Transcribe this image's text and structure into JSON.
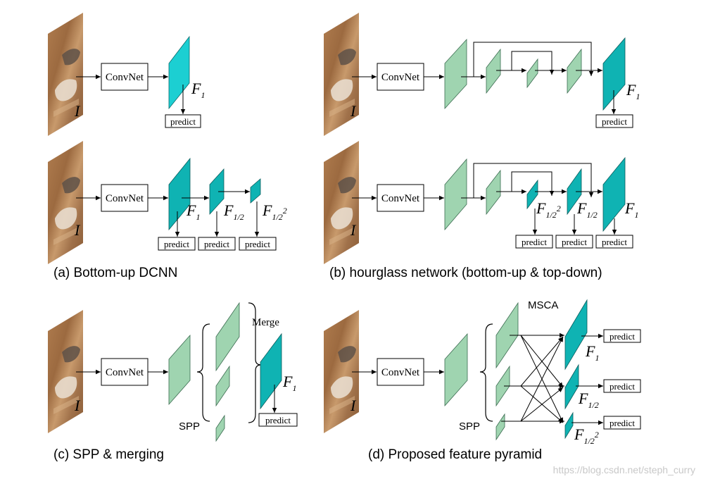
{
  "colors": {
    "light_feature": "#9fd4b0",
    "dark_feature": "#0fb3b3",
    "bright_feature": "#1ccfd2",
    "image_tile": "#a8744a"
  },
  "labels": {
    "input": "I",
    "convnet": "ConvNet",
    "predict": "predict",
    "F": "F",
    "sub_1": "1",
    "sub_half": "1/2",
    "sub_quarter": "1/2",
    "sup_2": "2",
    "spp": "SPP",
    "merge": "Merge",
    "msca": "MSCA"
  },
  "captions": {
    "a": "(a) Bottom-up DCNN",
    "b": "(b) hourglass network (bottom-up & top-down)",
    "c": "(c) SPP & merging",
    "d": "(d) Proposed feature pyramid"
  },
  "watermark": "https://blog.csdn.net/steph_curry"
}
